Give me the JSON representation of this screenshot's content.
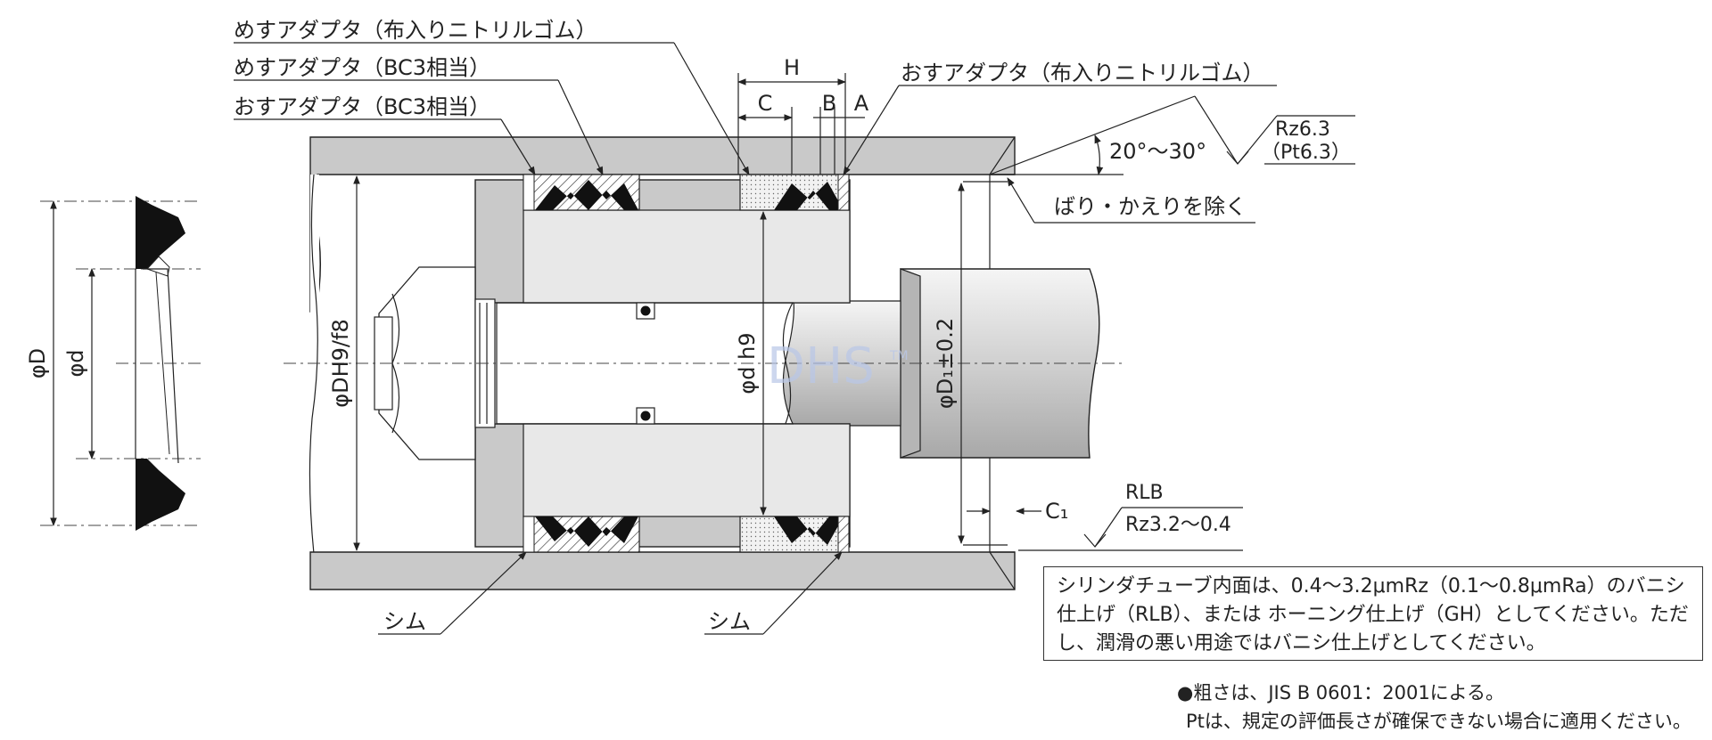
{
  "labels": {
    "female_adapter_rubber": "めすアダプタ（布入りニトリルゴム）",
    "female_adapter_bc3": "めすアダプタ（BC3相当）",
    "male_adapter_bc3": "おすアダプタ（BC3相当）",
    "male_adapter_rubber": "おすアダプタ（布入りニトリルゴム）",
    "shim_left": "シム",
    "shim_right": "シム",
    "deburr": "ばり・かえりを除く"
  },
  "dimensions": {
    "H": "H",
    "C": "C",
    "B": "B",
    "A": "A",
    "phi_D": "φD",
    "phi_d": "φd",
    "phi_DH": "φDH9/f8",
    "phi_dh": "φd h9",
    "phi_D1": "φD₁±0.2",
    "angle": "20°～30°",
    "chamfer": "C₁"
  },
  "surface": {
    "upper_value": "Rz6.3",
    "upper_alt": "（Pt6.3）",
    "lower_method": "RLB",
    "lower_value": "Rz3.2～0.4"
  },
  "watermark": "DHS",
  "watermark_tm": "TM",
  "note": "シリンダチューブ内面は、0.4～3.2μmRz（0.1～0.8μmRa）のバニシ仕上げ（RLB）、または ホーニング仕上げ（GH）としてください。ただし、潤滑の悪い用途ではバニシ仕上げとしてください。",
  "footnotes": {
    "line1": "●粗さは、JIS B 0601：2001による。",
    "line2": "Ptは、規定の評価長さが確保できない場合に適用ください。"
  },
  "colors": {
    "gray_fill": "#c9c9c9",
    "light_fill": "#e8e8e8",
    "black": "#111111",
    "watermark": "#b9c7e8"
  }
}
